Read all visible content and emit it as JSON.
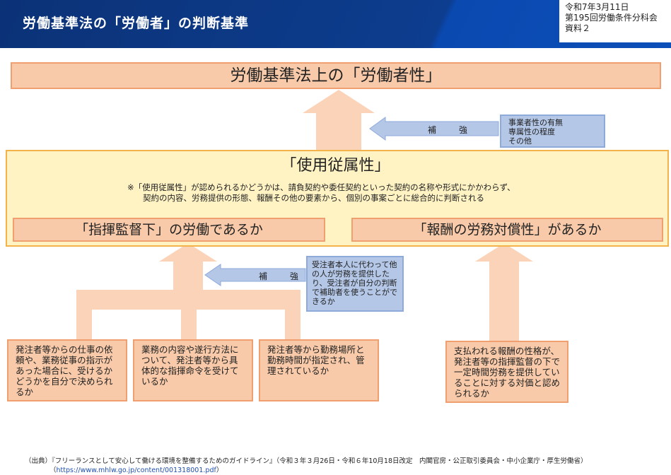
{
  "header": {
    "title": "労働基準法の「労働者」の判断基準",
    "meta": [
      "令和7年3月11日",
      "第195回労働条件分科会",
      "資料２"
    ]
  },
  "top_box": "労働基準法上の「労働者性」",
  "reinforce_1": {
    "label": "補　強",
    "items": [
      "事業者性の有無",
      "専属性の程度",
      "その他"
    ]
  },
  "subordination": {
    "title": "「使用従属性」",
    "note": [
      "※「使用従属性」が認められるかどうかは、請負契約や委任契約といった契約の名称や形式にかかわらず、",
      "契約の内容、労務提供の形態、報酬その他の要素から、個別の事案ごとに総合的に判断される"
    ],
    "left": "「指揮監督下」の労働であるか",
    "right": "「報酬の労務対償性」があるか"
  },
  "reinforce_2": {
    "label": "補　強",
    "text": "受注者本人に代わって他の人が労務を提供したり、受注者が自分の判断で補助者を使うことができるか"
  },
  "criteria": [
    "発注者等からの仕事の依頼や、業務従事の指示があった場合に、受けるかどうかを自分で決められるか",
    "業務の内容や遂行方法について、発注者等から具体的な指揮命令を受けているか",
    "発注者等から勤務場所と勤務時間が指定され、管理されているか",
    "支払われる報酬の性格が、発注者等の指揮監督の下で一定時間労務を提供していることに対する対価と認められるか"
  ],
  "footer": {
    "source": "（出典）『フリーランスとして安心して働ける環境を整備するためのガイドライン』（令和３年３月26日・令和６年10月18日改定　内閣官房・公正取引委員会・中小企業庁・厚生労働省）",
    "link_open": "（",
    "link": "https://www.mhlw.go.jp/content/001318001.pdf",
    "link_close": "）"
  }
}
